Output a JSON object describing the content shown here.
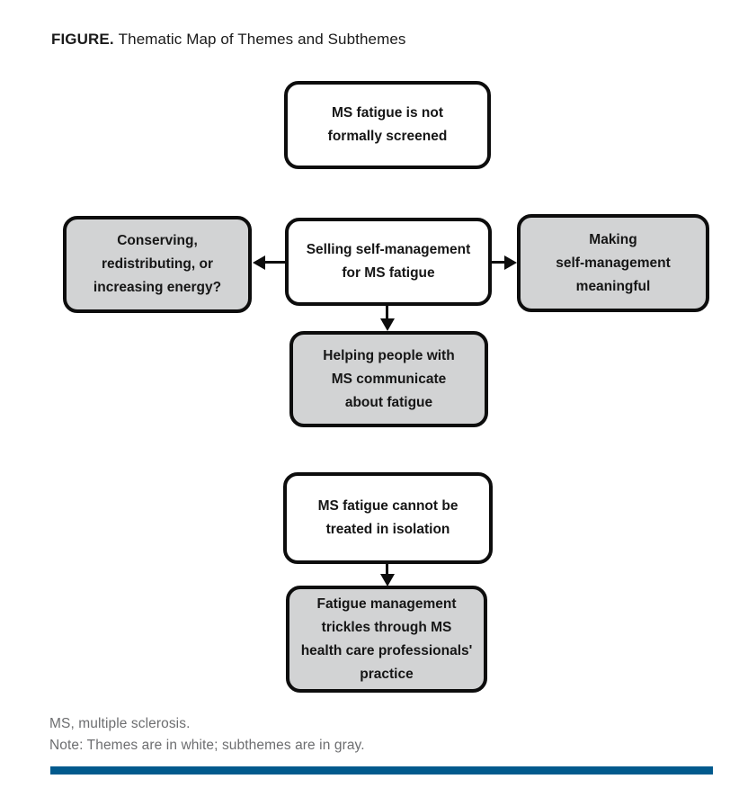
{
  "title": {
    "prefix": "FIGURE.",
    "text": "Thematic Map of Themes and Subthemes"
  },
  "boxes": {
    "not_screened": {
      "label": "MS fatigue is not\nformally screened",
      "type": "theme"
    },
    "conserving": {
      "label": "Conserving,\nredistributing, or\nincreasing energy?",
      "type": "subtheme"
    },
    "selling": {
      "label": "Selling self-management\nfor MS fatigue",
      "type": "theme"
    },
    "making": {
      "label": "Making\nself-management\nmeaningful",
      "type": "subtheme"
    },
    "helping": {
      "label": "Helping people with\nMS communicate\nabout fatigue",
      "type": "subtheme"
    },
    "isolation": {
      "label": "MS fatigue cannot be\ntreated in isolation",
      "type": "theme"
    },
    "trickles": {
      "label": "Fatigue management\ntrickles through MS\nhealth care professionals'\npractice",
      "type": "subtheme"
    }
  },
  "arrows": [
    {
      "from": "selling",
      "to": "conserving",
      "direction": "left"
    },
    {
      "from": "selling",
      "to": "making",
      "direction": "right"
    },
    {
      "from": "selling",
      "to": "helping",
      "direction": "down"
    },
    {
      "from": "isolation",
      "to": "trickles",
      "direction": "down"
    }
  ],
  "notes": {
    "abbreviation": "MS, multiple sclerosis.",
    "legend": "Note: Themes are in white; subthemes are in gray."
  },
  "colors": {
    "theme_fill": "#ffffff",
    "subtheme_fill": "#d2d3d4",
    "box_border": "#0d0d0d",
    "footer_bar": "#015a8d",
    "note_text": "#6d6e70"
  }
}
